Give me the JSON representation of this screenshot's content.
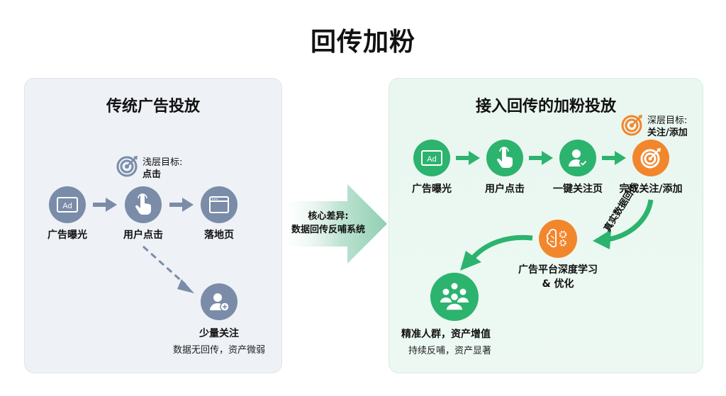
{
  "title": "回传加粉",
  "left": {
    "title": "传统广告投放",
    "goal_label": "浅层目标:",
    "goal_value": "点击",
    "steps": [
      {
        "label": "广告曝光",
        "icon": "ad-icon"
      },
      {
        "label": "用户点击",
        "icon": "hand-pointer-icon"
      },
      {
        "label": "落地页",
        "icon": "browser-window-icon"
      }
    ],
    "result": {
      "title": "少量关注",
      "desc": "数据无回传，资产微弱",
      "icon": "user-add-icon"
    },
    "colors": {
      "icon": "#7a8ca8",
      "background": "#eef1f6"
    }
  },
  "middle": {
    "line1": "核心差异:",
    "line2": "数据回传反哺系统"
  },
  "right": {
    "title": "接入回传的加粉投放",
    "goal_label": "深层目标:",
    "goal_value": "关注/添加",
    "steps": [
      {
        "label": "广告曝光",
        "icon": "ad-icon"
      },
      {
        "label": "用户点击",
        "icon": "hand-pointer-icon"
      },
      {
        "label": "一键关注页",
        "icon": "user-check-icon"
      },
      {
        "label": "完成关注/添加",
        "icon": "target-icon"
      }
    ],
    "feedback_label": "真实数据回传",
    "platform": {
      "line1": "广告平台深度学习",
      "line2": "& 优化",
      "icon": "brain-gear-icon"
    },
    "result": {
      "title": "精准人群，资产增值",
      "desc": "持续反哺，资产显著",
      "icon": "user-group-icon"
    },
    "colors": {
      "primary": "#2cb36e",
      "accent": "#f2862c",
      "background": "#ecf8f2"
    }
  }
}
